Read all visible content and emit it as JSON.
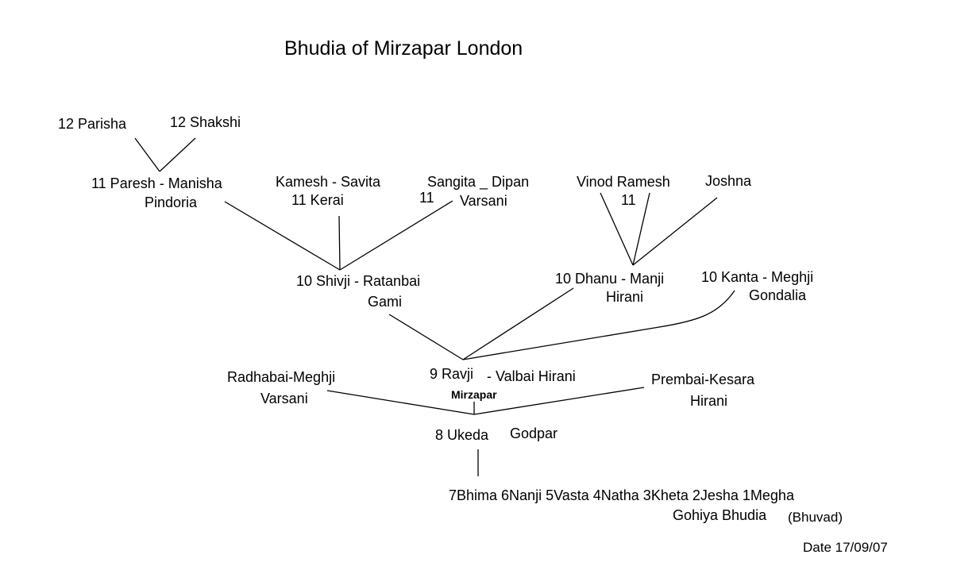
{
  "title": "Bhudia of Mirzapar London",
  "date": "Date 17/09/07",
  "gen12": {
    "parisha": "12  Parisha",
    "shakshi": "12 Shakshi"
  },
  "gen11": {
    "paresh": {
      "line1": "11  Paresh - Manisha",
      "line2": "Pindoria"
    },
    "kamesh": {
      "line1": "Kamesh - Savita",
      "line2": "11  Kerai"
    },
    "sangita": {
      "gen": "11",
      "line1": "Sangita _ Dipan",
      "line2": "Varsani"
    },
    "vinod": {
      "line1": "Vinod  Ramesh",
      "gen": "11"
    },
    "joshna": "Joshna"
  },
  "gen10": {
    "shivji": {
      "line1": "10 Shivji  - Ratanbai",
      "line2": "Gami"
    },
    "dhanu": {
      "line1": "10 Dhanu - Manji",
      "line2": "Hirani"
    },
    "kanta": {
      "line1": "10 Kanta - Meghji",
      "line2": "Gondalia"
    }
  },
  "gen9": {
    "ravji": {
      "name": "9 Ravji",
      "spouse": "- Valbai Hirani",
      "place": "Mirzapar"
    },
    "radhabai": {
      "line1": "Radhabai-Meghji",
      "line2": "Varsani"
    },
    "prembai": {
      "line1": "Prembai-Kesara",
      "line2": "Hirani"
    }
  },
  "gen8": {
    "name": "8 Ukeda",
    "place": "Godpar"
  },
  "ancestors": {
    "line1": "7Bhima 6Nanji 5Vasta 4Natha 3Kheta 2Jesha 1Megha",
    "line2": "Gohiya Bhudia",
    "line2b": "(Bhuvad)"
  }
}
